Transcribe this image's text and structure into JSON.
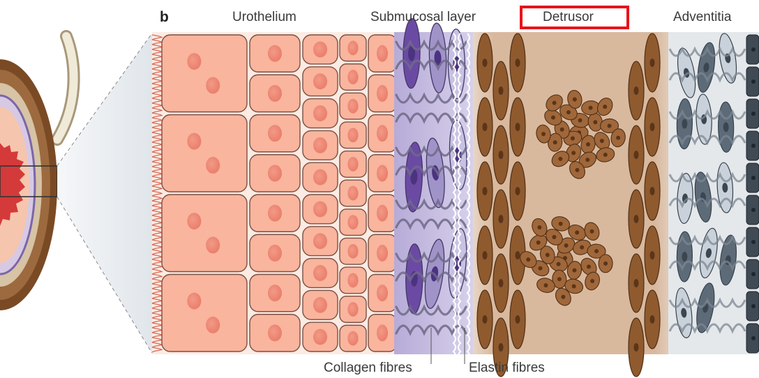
{
  "figure": {
    "panel_label": "b",
    "layers": {
      "urothelium": "Urothelium",
      "submucosal": "Submucosal layer",
      "detrusor": "Detrusor",
      "adventitia": "Adventitia"
    },
    "annotations": {
      "collagen": "Collagen fibres",
      "elastin": "Elastin fibres"
    },
    "highlighted_layer": "Detrusor",
    "colors": {
      "highlight": "#e8131b",
      "urothelium_cell": "#f9b59d",
      "urothelium_nucleus": "#ef8b78",
      "submucosa": "#c9c0e4",
      "detrusor_bg": "#d8b89e",
      "muscle_cell": "#8f5a2e",
      "adventitia": "#e3e7ea"
    }
  }
}
